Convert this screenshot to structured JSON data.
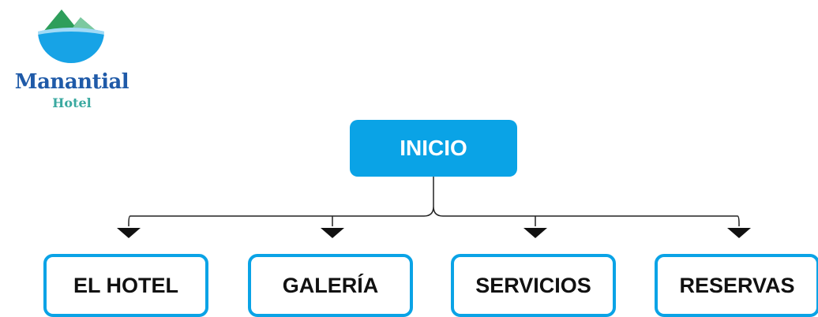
{
  "logo": {
    "name": "Manantial",
    "subtitle": "Hotel",
    "colors": {
      "mountain_dark": "#2e9e5b",
      "mountain_light": "#7cc9a0",
      "water": "#17a3e6",
      "wordmark": "#1f5aa8",
      "subtitle": "#3aa9a0"
    }
  },
  "diagram": {
    "root": {
      "label": "INICIO"
    },
    "children": [
      {
        "label": "EL HOTEL"
      },
      {
        "label": "GALERÍA"
      },
      {
        "label": "SERVICIOS"
      },
      {
        "label": "RESERVAS"
      }
    ],
    "colors": {
      "accent": "#0aa3e6",
      "connector": "#222222"
    }
  }
}
